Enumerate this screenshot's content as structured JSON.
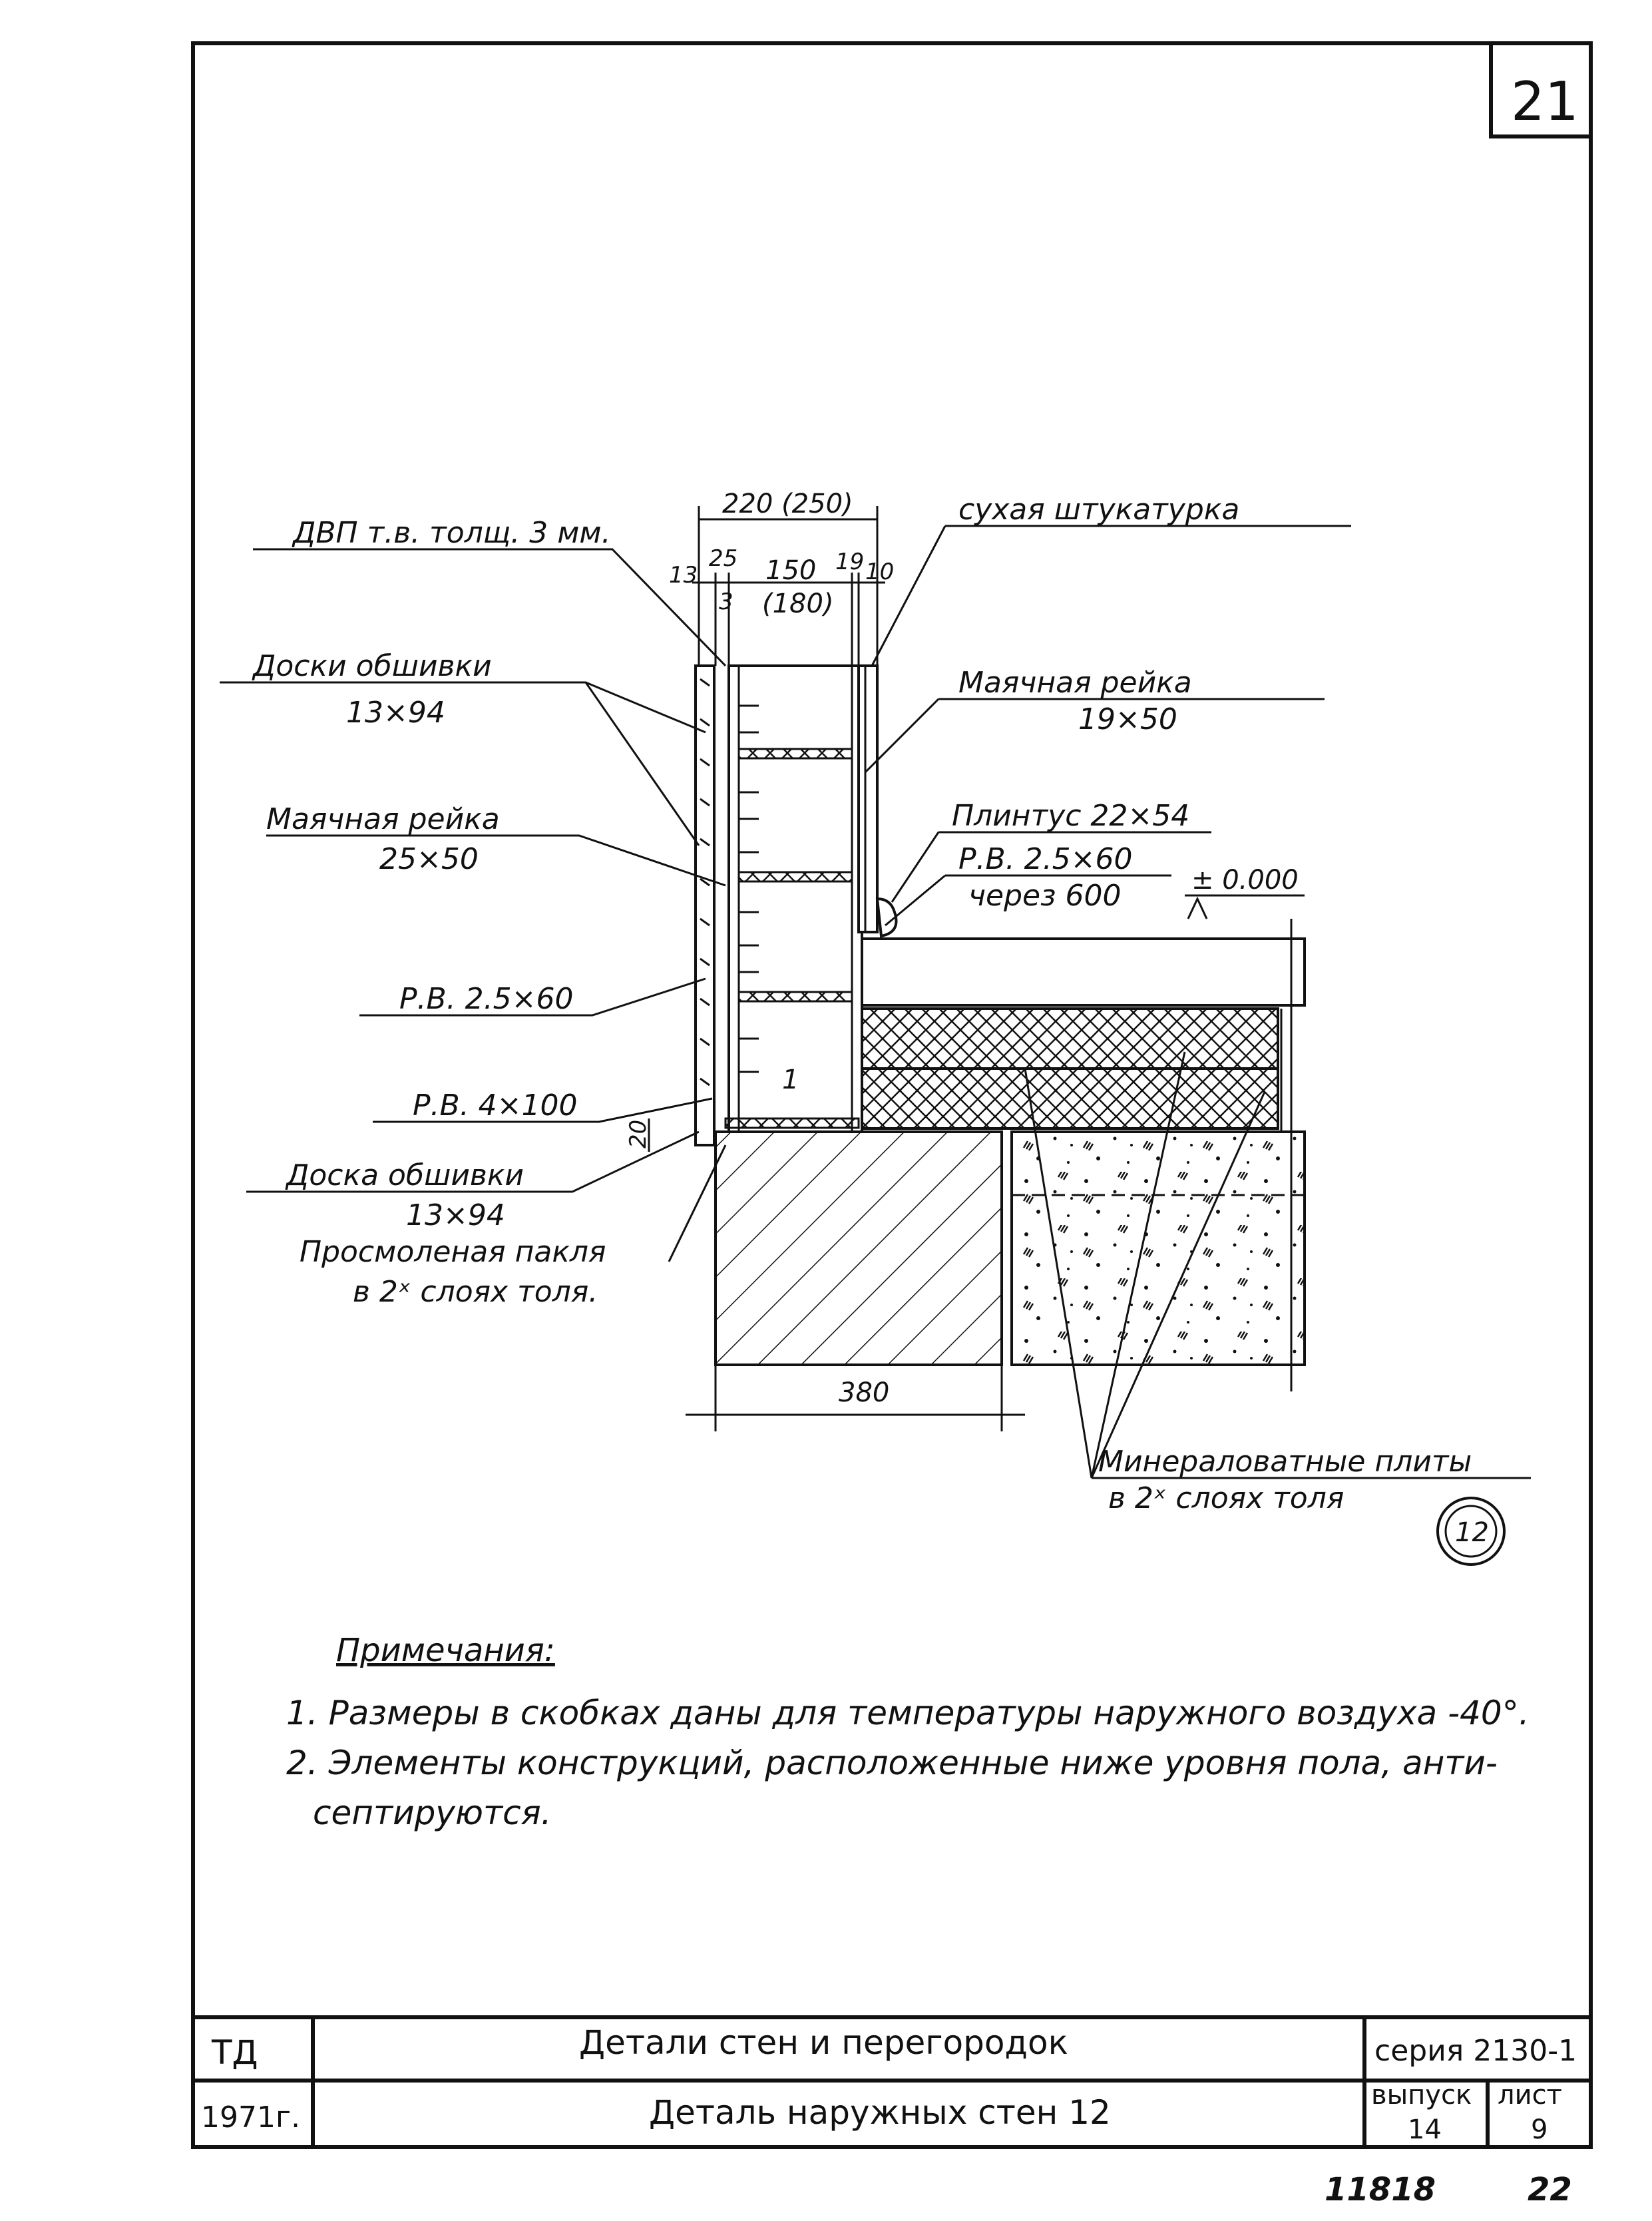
{
  "sheet_number": "21",
  "dimensions": {
    "total": "220 (250)",
    "d13": "13",
    "d25": "25",
    "d3": "3",
    "d150": "150",
    "d180": "(180)",
    "d19": "19",
    "d10": "10",
    "d20": "20",
    "d380": "380",
    "level": "± 0.000"
  },
  "labels": {
    "dvp": "ДВП т.в. толщ. 3 мм.",
    "sukhaya": "сухая штукатурка",
    "doski_1": "Доски обшивки",
    "doski_1_size": "13×94",
    "mayachnaya_1": "Маячная рейка",
    "mayachnaya_1_size": "19×50",
    "mayachnaya_2": "Маячная рейка",
    "mayachnaya_2_size": "25×50",
    "plintus": "Плинтус 22×54",
    "rv_plintus": "Р.В. 2.5×60",
    "cherez": "через 600",
    "rv_25": "Р.В. 2.5×60",
    "rv_4": "Р.В. 4×100",
    "doska": "Доска обшивки",
    "doska_size": "13×94",
    "paklya_1": "Просмоленая пакля",
    "paklya_2": "в 2ˣ слоях толя.",
    "mineral_1": "Минераловатные плиты",
    "mineral_2": "в 2ˣ слоях толя",
    "detail_mark": "1",
    "circle_ref": "12"
  },
  "notes": {
    "heading": "Примечания:",
    "line1": "1. Размеры в скобках даны для температуры наружного воздуха -40°.",
    "line2": "2. Элементы конструкций, расположенные ниже уровня пола, анти-",
    "line3": "септируются."
  },
  "title_block": {
    "org": "ТД",
    "year": "1971г.",
    "title1": "Детали стен и перегородок",
    "title2": "Деталь наружных стен 12",
    "series": "серия 2130-1",
    "issue_label": "выпуск",
    "issue": "14",
    "sheet_label": "лист",
    "sheet": "9"
  },
  "footer": {
    "code": "11818",
    "page": "22"
  }
}
